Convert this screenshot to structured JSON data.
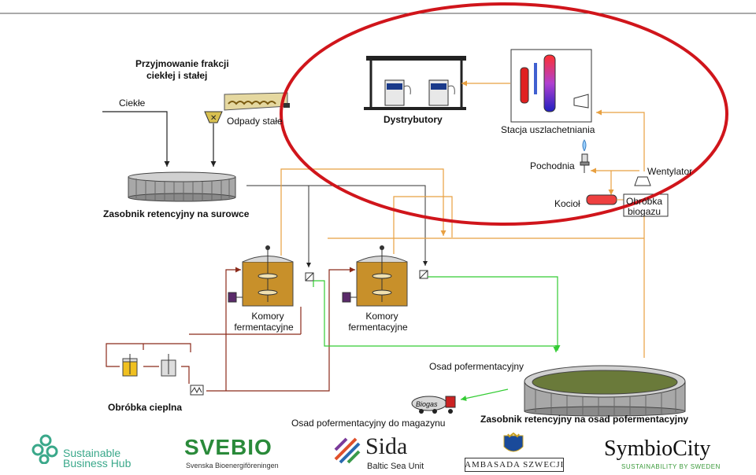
{
  "diagram": {
    "title_line1": "Przyjmowanie frakcji",
    "title_line2": "ciekłej i stałej",
    "liquid": "Ciekłe",
    "solid_waste": "Odpady stałe",
    "raw_tank": "Zasobnik retencyjny na  surowce",
    "dispensers": "Dystrybutory",
    "upgrading_station": "Stacja uszlachetniania",
    "flare": "Pochodnia",
    "fan": "Wentylator",
    "boiler": "Kocioł",
    "biogas_treatment_line1": "Obróbka",
    "biogas_treatment_line2": "biogazu",
    "chambers_1_line1": "Komory",
    "chambers_1_line2": "fermentacyjne",
    "chambers_2_line1": "Komory",
    "chambers_2_line2": "fermentacyjne",
    "heat_treatment": "Obróbka cieplna",
    "digestate": "Osad pofermentacyjny",
    "digestate_storage": "Osad pofermentacyjny do magazynu",
    "digestate_tank": "Zasobnik retencyjny na osad pofermentacyjny",
    "truck_label": "Biogas"
  },
  "logos": {
    "sbh_line1": "Sustainable",
    "sbh_line2": "Business Hub",
    "svebio": "SVEBIO",
    "svebio_sub": "Svenska Bioenergiföreningen",
    "sida": "Sida",
    "sida_sub": "Baltic Sea Unit",
    "embassy": "AMBASADA SZWECJI",
    "symbiocity": "SymbioCity",
    "symbiocity_sub": "SUSTAINABILITY BY SWEDEN"
  },
  "colors": {
    "highlight_ellipse": "#d0151b",
    "digestate_flow": "#33cc33",
    "biogas_flow": "#e8a040",
    "substrate_flow": "#8b2a1a",
    "tank_grey": "#a8a8a8",
    "fermenter_fill": "#c8902a"
  }
}
